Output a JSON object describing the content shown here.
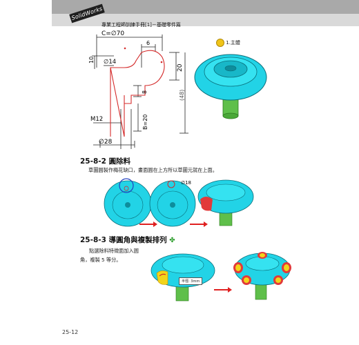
{
  "header": {
    "brand": "SolidWorks",
    "title": "專業工程師訓練手冊[1]－基礎零件篇"
  },
  "drawing": {
    "dim_c": "C=∅70",
    "dim_6": "6",
    "dim_10": "10",
    "dim_14": "∅14",
    "dim_20": "20",
    "dim_8": "8",
    "dim_48": "(48)",
    "dim_m12": "M12",
    "dim_b": "B=20",
    "dim_28": "∅28"
  },
  "model_tree": {
    "label": "1.主體"
  },
  "section_1": {
    "heading": "25-8-2 圓除料",
    "text": "草圖圓製作梅花缺口，畫面圓在上方所以草圖元就在上面。",
    "dim_label": "∅18"
  },
  "section_2": {
    "heading": "25-8-3 導圓角與複製排列",
    "text_line1": "點選除料特徵面加入圓",
    "text_line2": "角，複製 5 等分。",
    "callout": "半徑: 3mm"
  },
  "page": {
    "number": "25-12"
  },
  "colors": {
    "model": "#22d3e6",
    "arrow": "#e02020",
    "sketch": "#d42a2a"
  }
}
